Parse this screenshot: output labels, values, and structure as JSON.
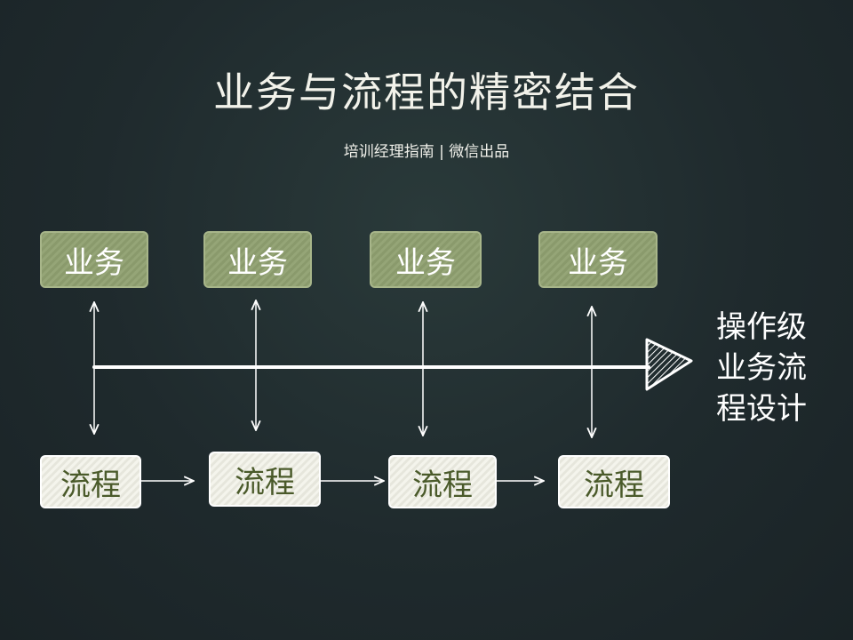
{
  "title": "业务与流程的精密结合",
  "subtitle": "培训经理指南 | 微信出品",
  "business_boxes": [
    {
      "label": "业务"
    },
    {
      "label": "业务"
    },
    {
      "label": "业务"
    },
    {
      "label": "业务"
    }
  ],
  "process_boxes": [
    {
      "label": "流程"
    },
    {
      "label": "流程"
    },
    {
      "label": "流程"
    },
    {
      "label": "流程"
    }
  ],
  "side_label_lines": [
    "操作级",
    "业务流",
    "程设计"
  ],
  "colors": {
    "background": "#1f2a2d",
    "business_box": "#8a9a6c",
    "process_box": "#f4f4ec",
    "process_text": "#4a5a2a",
    "lines": "#ffffff"
  }
}
